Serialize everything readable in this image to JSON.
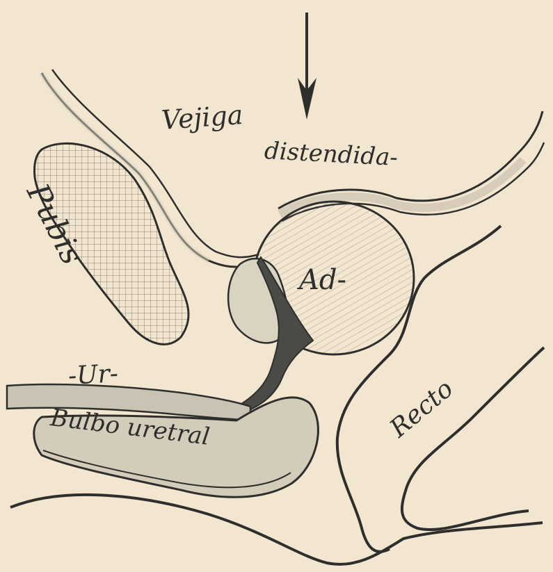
{
  "colors": {
    "paper": "#f3e6d1",
    "ink": "#2e2f2c",
    "tissue_fill": "#d9d3c2",
    "dark_tissue": "#4a4a46"
  },
  "arrow": {
    "icon": "down-arrow-icon"
  },
  "labels": {
    "vejiga": "Vejiga",
    "distendida": "distendida-",
    "pubis": "Pubis",
    "ad": "Ad-",
    "ur": "-Ur-",
    "bulbo": "Bulbo uretral",
    "recto": "Recto"
  }
}
